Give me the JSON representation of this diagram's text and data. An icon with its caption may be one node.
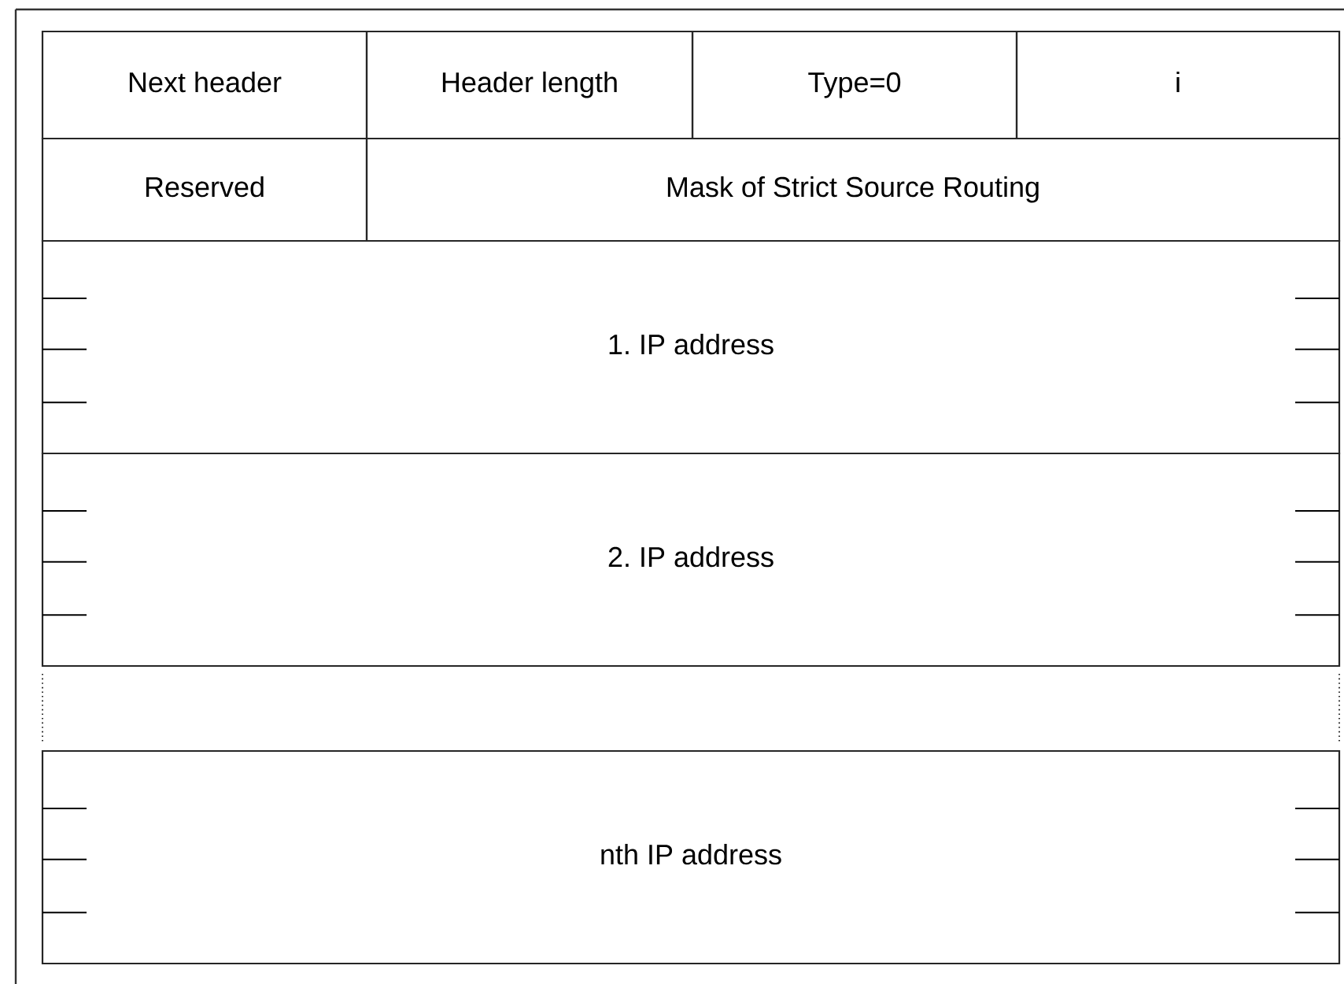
{
  "diagram": {
    "nodes": [
      {
        "text": [
          "Next header"
        ]
      },
      {
        "text": [
          "Header length"
        ]
      },
      {
        "text": [
          "Type=0"
        ]
      },
      {
        "text": [
          "i"
        ]
      },
      {
        "text": [
          "Reserved"
        ]
      },
      {
        "text": [
          "Mask of Strict Source Routing"
        ]
      },
      {
        "text": [
          "1. IP address"
        ]
      },
      {
        "text": [
          "2. IP address"
        ]
      },
      {
        "text": [
          "nth IP address"
        ]
      }
    ]
  }
}
